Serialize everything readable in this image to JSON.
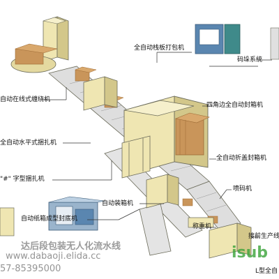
{
  "labels": {
    "pallet_strapping": "全自动栈板打包机",
    "palletizing": "码垛系统",
    "online_wrapping": "自动在线式缠绕机",
    "four_corner_sealer": "四角边全自动封箱机",
    "horizontal_strapping": "全自动水平式捆扎机",
    "folding_sealer": "全自动折盖封箱机",
    "hash_strapping": "\"#\" 字型捆扎机",
    "inkjet_coder": "喷码机",
    "case_packer": "自动装箱机",
    "carton_erector": "自动纸箱成型封底机",
    "check_weigher": "称重机",
    "upstream_line": "接前生产线",
    "l_sealer": "L型全自"
  },
  "watermark": {
    "title": "达后段包装无人化流水线",
    "url": "www.dabaoji.elida.cc",
    "phone": "57-85395000",
    "brand": "isub"
  },
  "colors": {
    "machine_fill": "#efe6b2",
    "machine_dark": "#d3c78a",
    "carton": "#c9955a",
    "carton_dark": "#9c6a35",
    "roller": "#cfcfcf",
    "outline": "#6b6b5a",
    "blue_machine": "#5a86b0",
    "teal_machine": "#3f8a8a",
    "leader_line": "#333333",
    "watermark_text": "#7a7a7a",
    "brand_green": "#3aa339"
  }
}
